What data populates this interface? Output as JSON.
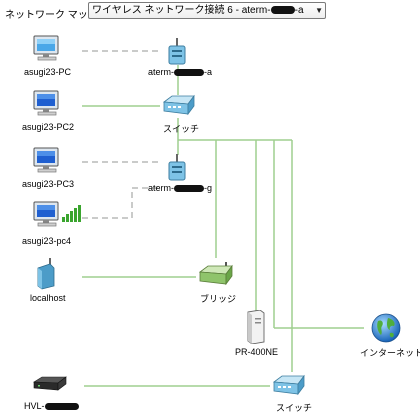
{
  "header": {
    "label": "ネットワーク マップ:",
    "select_prefix": "ワイヤレス ネットワーク接続 6 - aterm-",
    "select_suffix": "-a"
  },
  "nodes": {
    "pc1": {
      "label": "asugi23-PC",
      "icon": "computer-icon"
    },
    "router_a": {
      "prefix": "aterm-",
      "suffix": "-a",
      "icon": "wireless-router-icon"
    },
    "pc2": {
      "label": "asugi23-PC2",
      "icon": "computer-icon"
    },
    "switch1": {
      "label": "スイッチ",
      "icon": "switch-icon"
    },
    "pc3": {
      "label": "asugi23-PC3",
      "icon": "computer-icon"
    },
    "router_g": {
      "prefix": "aterm-",
      "suffix": "-g",
      "icon": "wireless-router-icon"
    },
    "pc4": {
      "label": "asugi23-pc4",
      "icon": "computer-wireless-icon"
    },
    "localhost": {
      "label": "localhost",
      "icon": "wireless-device-icon"
    },
    "bridge": {
      "label": "ブリッジ",
      "icon": "bridge-icon"
    },
    "pr400ne": {
      "label": "PR-400NE",
      "icon": "gateway-device-icon"
    },
    "internet": {
      "label": "インターネット",
      "icon": "globe-icon"
    },
    "hvl": {
      "prefix": "HVL-",
      "icon": "nas-device-icon"
    },
    "switch2": {
      "label": "スイッチ",
      "icon": "switch-icon"
    }
  },
  "colors": {
    "wired_line": "#9fcf8f",
    "wireless_line": "#b8bab8",
    "trunk_line": "#9fcf8f"
  }
}
